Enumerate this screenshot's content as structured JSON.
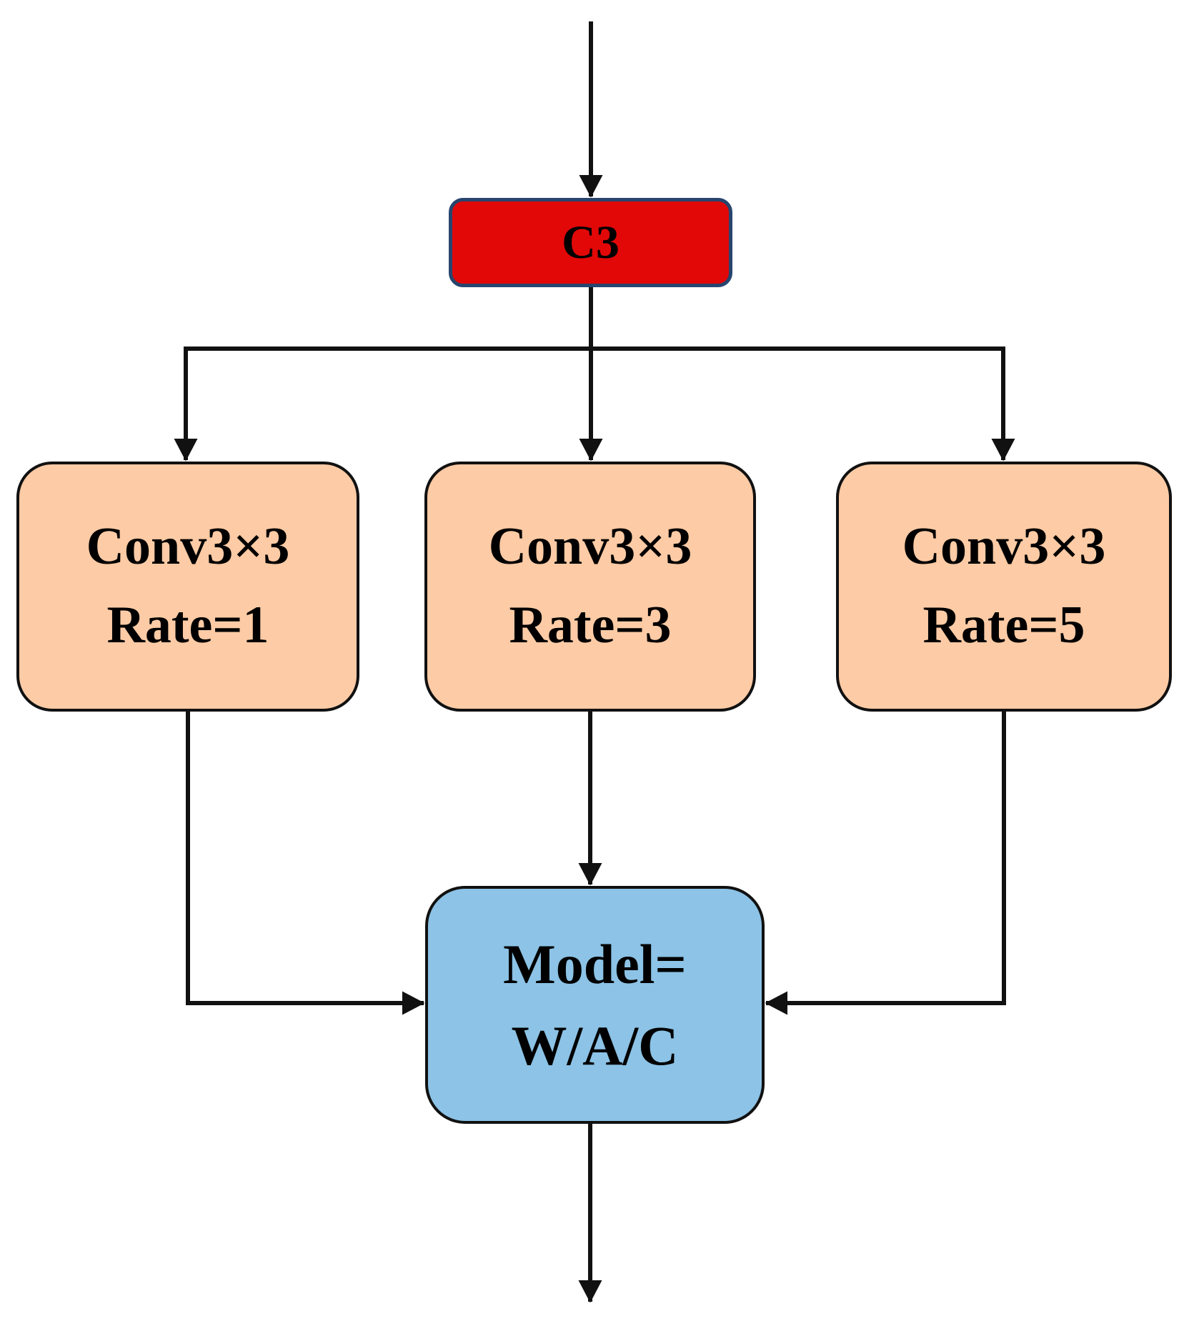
{
  "nodes": {
    "c3": {
      "label": "C3"
    },
    "conv1": {
      "line1": "Conv3×3",
      "line2": "Rate=1"
    },
    "conv2": {
      "line1": "Conv3×3",
      "line2": "Rate=3"
    },
    "conv3": {
      "line1": "Conv3×3",
      "line2": "Rate=5"
    },
    "merge": {
      "line1": "Model=",
      "line2": "W/A/C"
    }
  },
  "edges": [
    {
      "from": "input",
      "to": "c3"
    },
    {
      "from": "c3",
      "to": "conv1"
    },
    {
      "from": "c3",
      "to": "conv2"
    },
    {
      "from": "c3",
      "to": "conv3"
    },
    {
      "from": "conv1",
      "to": "merge"
    },
    {
      "from": "conv2",
      "to": "merge"
    },
    {
      "from": "conv3",
      "to": "merge"
    },
    {
      "from": "merge",
      "to": "output"
    }
  ],
  "colors": {
    "background": "#ffffff",
    "c3_fill": "#e20808",
    "c3_border": "#27456e",
    "conv_fill": "#fdcba5",
    "merge_fill": "#8cc3e6",
    "node_border": "#111111",
    "arrow": "#111111",
    "text": "#000000"
  }
}
